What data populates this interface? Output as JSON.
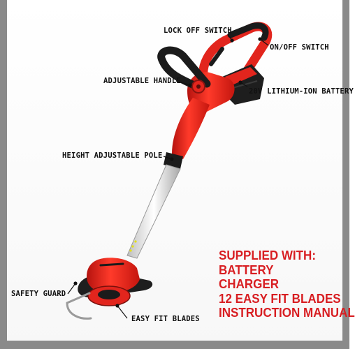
{
  "callouts": {
    "lock_off_switch": "LOCK OFF SWITCH",
    "on_off_switch": "ON/OFF SWITCH",
    "adjustable_handle": "ADJUSTABLE HANDLE",
    "battery": "20V LITHIUM-ION BATTERY",
    "height_adjustable_pole": "HEIGHT ADJUSTABLE POLE",
    "safety_guard": "SAFETY GUARD",
    "easy_fit_blades": "EASY FIT BLADES"
  },
  "supplied": {
    "heading": "SUPPLIED WITH:",
    "items": [
      "BATTERY",
      "CHARGER",
      "12 EASY FIT BLADES",
      "INSTRUCTION MANUAL"
    ]
  },
  "colors": {
    "accent_red": "#d81e22",
    "body_red": "#e2251d",
    "frame_gray": "#8a8a8a",
    "handle_black": "#1b1b1b"
  }
}
